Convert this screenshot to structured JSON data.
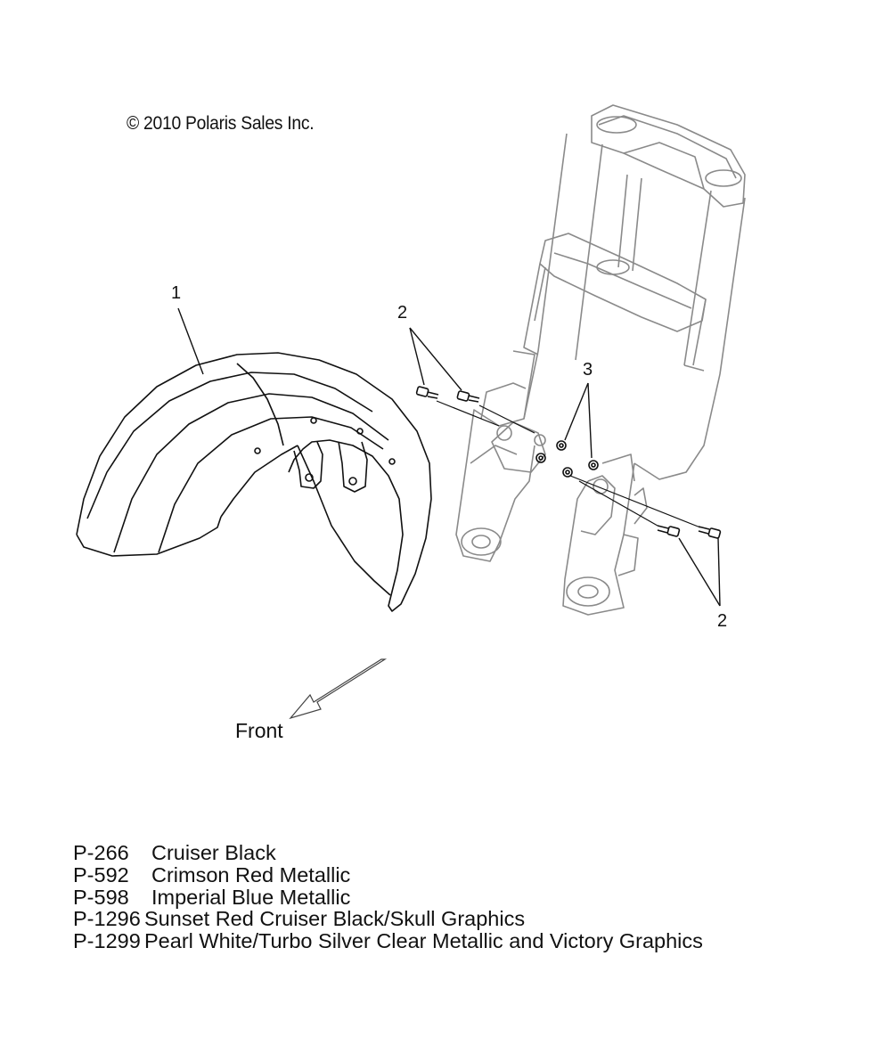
{
  "copyright": "© 2010 Polaris Sales Inc.",
  "callouts": {
    "fender": "1",
    "screws_upper": "2",
    "nuts": "3",
    "screws_lower": "2"
  },
  "direction": {
    "label": "Front",
    "arrow_icon": "arrow-down-left-icon"
  },
  "legend": [
    {
      "code": "P-266",
      "name": "Cruiser Black"
    },
    {
      "code": "P-592",
      "name": "Crimson Red Metallic"
    },
    {
      "code": "P-598",
      "name": "Imperial Blue Metallic"
    },
    {
      "code": "P-1296",
      "name": "Sunset Red Cruiser Black/Skull Graphics"
    },
    {
      "code": "P-1299",
      "name": "Pearl White/Turbo Silver Clear Metallic and Victory Graphics"
    }
  ],
  "colors": {
    "line": "#111111",
    "fork_line": "#8a8a8a",
    "background": "#ffffff"
  }
}
